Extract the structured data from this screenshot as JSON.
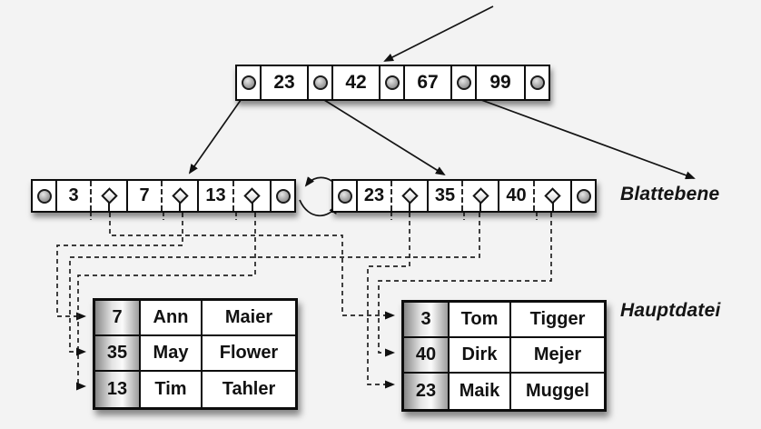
{
  "diagram": {
    "title_hint": "B+-tree index structure",
    "root_node": {
      "keys": [
        "23",
        "42",
        "67",
        "99"
      ]
    },
    "left_leaf": {
      "keys": [
        "3",
        "7",
        "13"
      ]
    },
    "right_leaf": {
      "keys": [
        "23",
        "35",
        "40"
      ]
    },
    "labels": {
      "leaf_level": "Blattebene",
      "main_file": "Hauptdatei"
    },
    "left_table": {
      "rows": [
        [
          "7",
          "Ann",
          "Maier"
        ],
        [
          "35",
          "May",
          "Flower"
        ],
        [
          "13",
          "Tim",
          "Tahler"
        ]
      ]
    },
    "right_table": {
      "rows": [
        [
          "3",
          "Tom",
          "Tigger"
        ],
        [
          "40",
          "Dirk",
          "Mejer"
        ],
        [
          "23",
          "Maik",
          "Muggel"
        ]
      ]
    },
    "colors": {
      "background": "#f3f3f3",
      "node_fill": "#ffffff",
      "line": "#141414",
      "pointer_gray": "#a8a8a8"
    }
  }
}
